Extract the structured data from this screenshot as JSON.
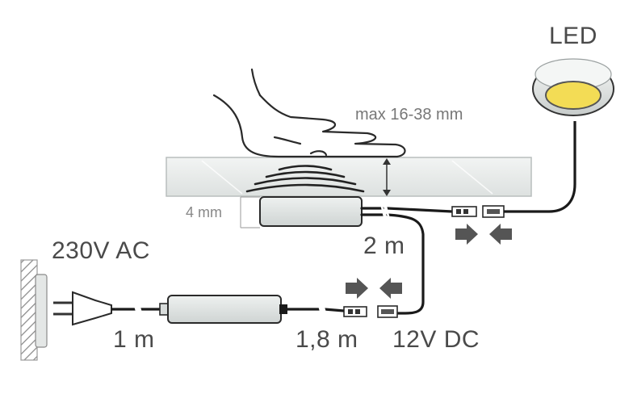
{
  "labels": {
    "led": "LED",
    "thickness": "max 16-38 mm",
    "gap": "4 mm",
    "cable_sensor": "2 m",
    "mains": "230V AC",
    "cable_mains": "1 m",
    "cable_adapter": "1,8 m",
    "dc": "12V DC"
  },
  "colors": {
    "cable": "#1a1a1a",
    "panel": "#e6e9e8",
    "device": "#e2e5e4",
    "arrow": "#555555",
    "led_light": "#f3dc55"
  },
  "icons": [
    "hand-icon",
    "sensor-wave-icon",
    "plug-icon",
    "wall-socket-icon",
    "led-spot-icon",
    "connector-icon",
    "arrow-icon"
  ]
}
